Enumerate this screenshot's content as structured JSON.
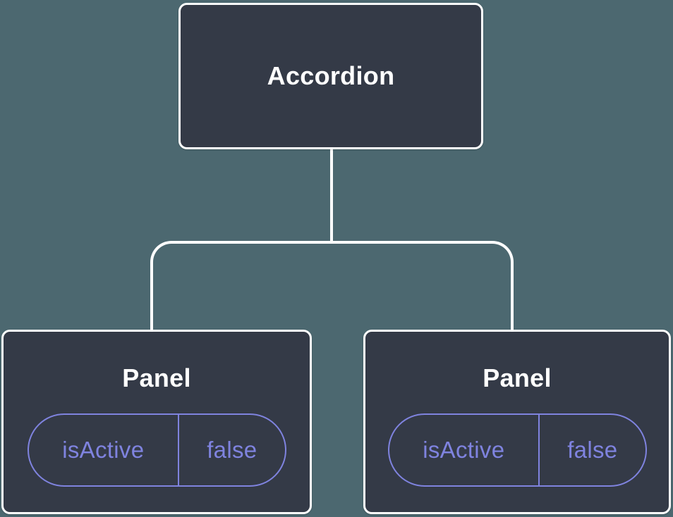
{
  "diagram": {
    "root": {
      "label": "Accordion"
    },
    "children": [
      {
        "label": "Panel",
        "state": {
          "name": "isActive",
          "value": "false"
        }
      },
      {
        "label": "Panel",
        "state": {
          "name": "isActive",
          "value": "false"
        }
      }
    ],
    "colors": {
      "background": "#4C6870",
      "node_fill": "#343A47",
      "node_border": "#FFFFFF",
      "connector": "#FFFFFF",
      "state_accent": "#7F83DF"
    }
  }
}
